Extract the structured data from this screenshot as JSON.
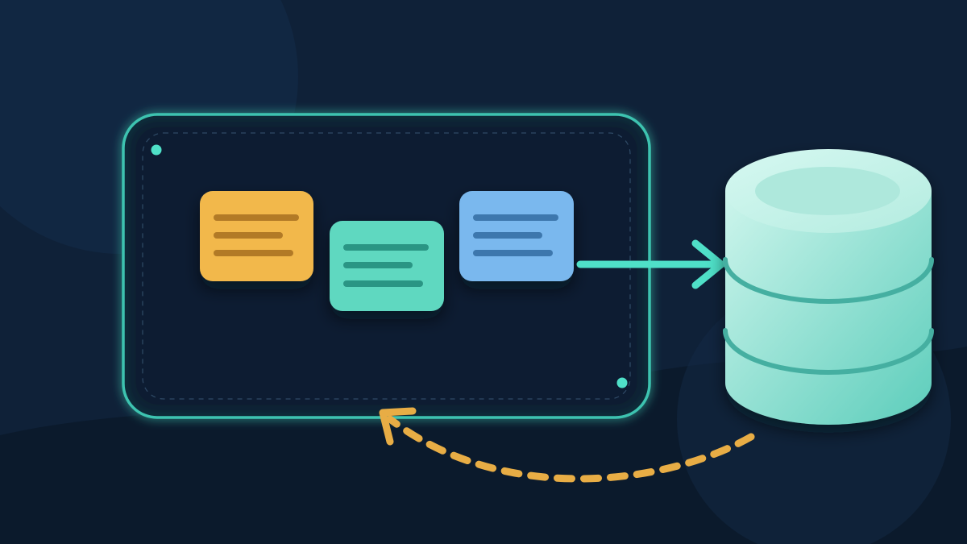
{
  "colors": {
    "background": "#0f2138",
    "background_blob_dark": "#0b1a2c",
    "background_blob_light": "#132a45",
    "container_border": "#3cc3b0",
    "container_fill": "#0f1f33",
    "accent_teal": "#4fe0c8",
    "card_yellow": "#f2b84b",
    "card_yellow_lines": "#b27a26",
    "card_teal": "#5fd8c0",
    "card_teal_lines": "#2c9584",
    "card_blue": "#7ab8ee",
    "card_blue_lines": "#3d77ad",
    "database_light": "#c2f2e8",
    "database_dark": "#5fcfbe",
    "database_bands": "#45afa1",
    "return_arrow": "#e8ad45"
  },
  "icons": {
    "cards": [
      "document-card-icon",
      "document-card-icon",
      "document-card-icon"
    ],
    "database": "database-icon",
    "forward_arrow": "arrow-right-icon",
    "return_arrow": "curved-dashed-arrow-icon"
  },
  "cards": [
    {
      "color": "yellow",
      "line_count": 3
    },
    {
      "color": "teal",
      "line_count": 3
    },
    {
      "color": "blue",
      "line_count": 3
    }
  ],
  "database": {
    "band_count": 2
  }
}
